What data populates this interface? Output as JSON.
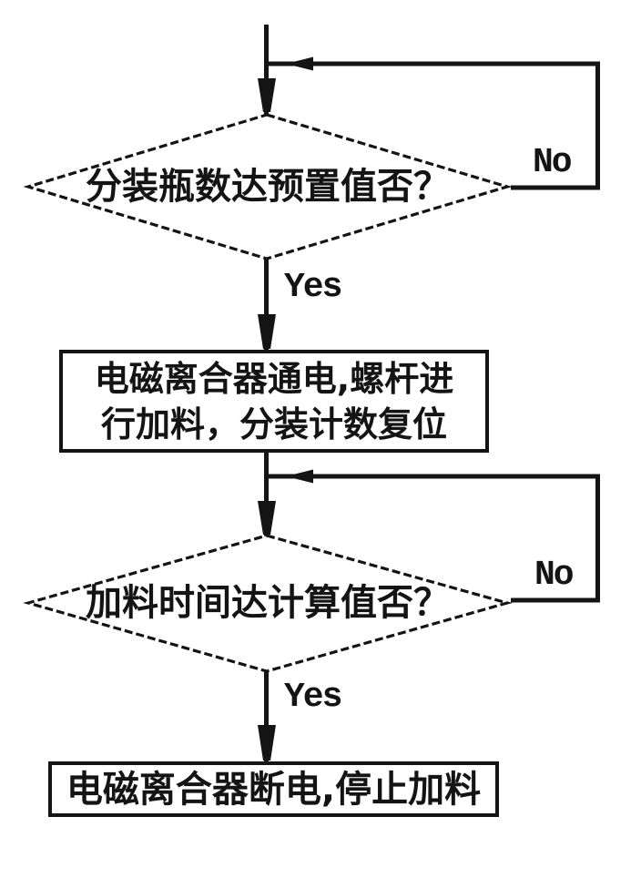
{
  "diagram": {
    "type": "flowchart",
    "nodes": {
      "decision1": {
        "shape": "diamond",
        "text": "分装瓶数达预置值否？"
      },
      "process1": {
        "shape": "rectangle",
        "line1": "电磁离合器通电,螺杆进",
        "line2": "行加料，分装计数复位"
      },
      "decision2": {
        "shape": "diamond",
        "text": "加料时间达计算值否？"
      },
      "process2": {
        "shape": "rectangle",
        "text": "电磁离合器断电,停止加料"
      }
    },
    "edges": [
      {
        "from": "start",
        "to": "decision1",
        "label": ""
      },
      {
        "from": "decision1",
        "to": "process1",
        "label": "Yes"
      },
      {
        "from": "decision1",
        "to": "decision1",
        "label": "No"
      },
      {
        "from": "process1",
        "to": "decision2",
        "label": ""
      },
      {
        "from": "decision2",
        "to": "process2",
        "label": "Yes"
      },
      {
        "from": "decision2",
        "to": "decision2",
        "label": "No"
      }
    ]
  },
  "colors": {
    "line": "#141414",
    "background": "#ffffff"
  }
}
